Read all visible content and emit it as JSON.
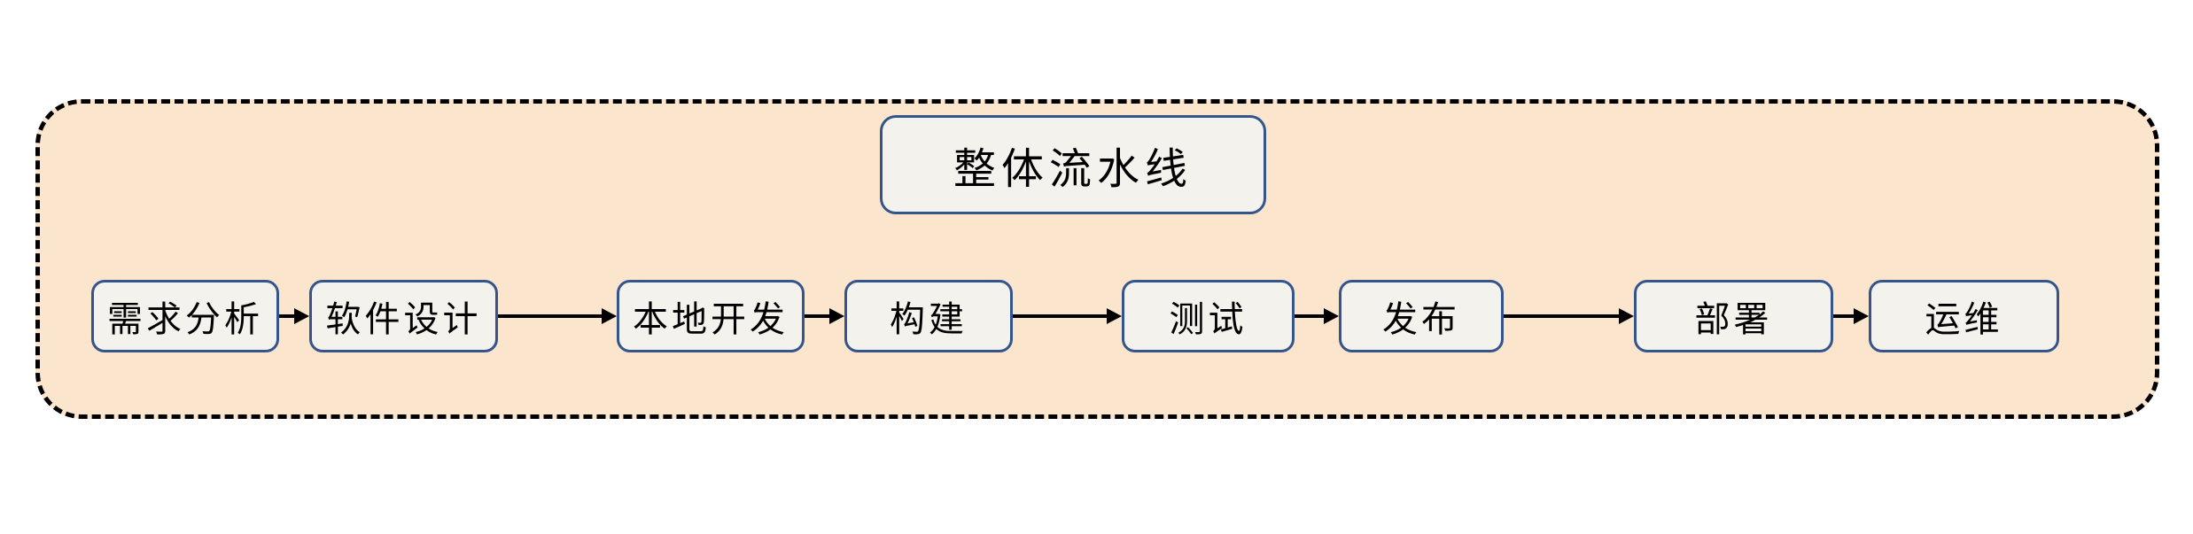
{
  "diagram": {
    "title": "整体流水线",
    "nodes": [
      {
        "label": "需求分析"
      },
      {
        "label": "软件设计"
      },
      {
        "label": "本地开发"
      },
      {
        "label": "构建"
      },
      {
        "label": "测试"
      },
      {
        "label": "发布"
      },
      {
        "label": "部署"
      },
      {
        "label": "运维"
      }
    ],
    "colors": {
      "container_fill": "#FCE5CD",
      "container_border": "#000000",
      "node_fill": "#F4F2ED",
      "node_border": "#33548C",
      "arrow": "#000000",
      "text": "#000000"
    }
  }
}
